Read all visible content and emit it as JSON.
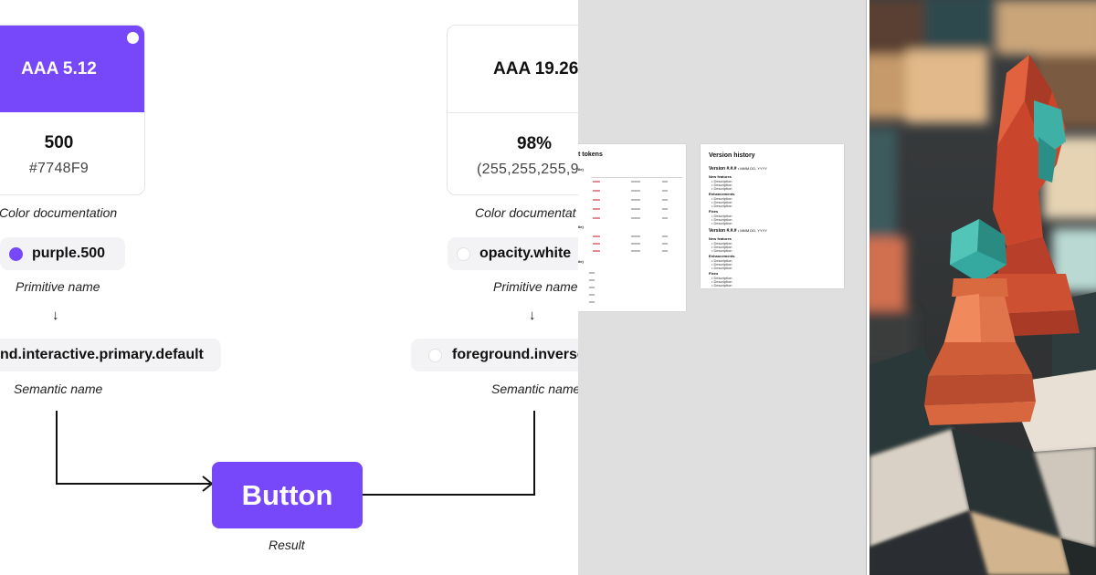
{
  "colors": {
    "purple": "#7748F9",
    "white": "#FFFFFF",
    "chip_bg": "#F3F3F5",
    "gray_panel": "#DFDFDF"
  },
  "left_card": {
    "contrast": "AAA 5.12",
    "level": "500",
    "code": "#7748F9"
  },
  "right_card": {
    "contrast": "AAA 19.26",
    "level": "98%",
    "code": "(255,255,255,9"
  },
  "captions": {
    "color_doc_left": "Color documentation",
    "color_doc_right": "Color documentat",
    "primitive_left": "Primitive name",
    "primitive_right": "Primitive name",
    "semantic_left": "Semantic name",
    "semantic_right": "Semantic name",
    "result": "Result"
  },
  "chips": {
    "primitive_left": "purple.500",
    "primitive_right": "opacity.white",
    "semantic_left": "nd.interactive.primary.default",
    "semantic_right": "foreground.inverse"
  },
  "arrows": {
    "down": "↓"
  },
  "button": {
    "label": "Button"
  },
  "doc_pages": {
    "tokens_title": "t tokens",
    "tokens_section_mark": "ile)",
    "version_title": "Version history",
    "version_heading": "Version #.#.#",
    "version_date": " • MMM DD, YYYY",
    "new_features": "New features",
    "enhancements": "Enhancements",
    "fixes": "Fixes",
    "description": "• Description"
  }
}
